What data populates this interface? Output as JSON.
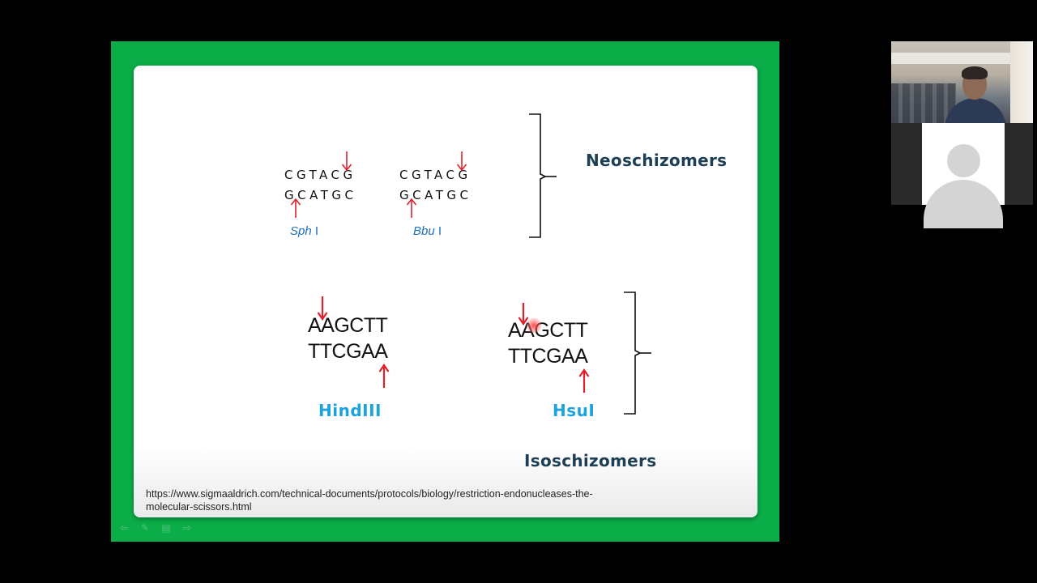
{
  "slide": {
    "neoschizomers": {
      "heading": "Neoschizomers",
      "enzyme1": {
        "top_strand": "CGTACG",
        "bottom_strand": "GCATGC",
        "name": "Sph",
        "suffix": "I"
      },
      "enzyme2": {
        "top_strand": "CGTACG",
        "bottom_strand": "GCATGC",
        "name": "Bbu",
        "suffix": "I"
      }
    },
    "isoschizomers": {
      "heading": "Isoschizomers",
      "enzyme1": {
        "top_strand": "AAGCTT",
        "bottom_strand": "TTCGAA",
        "name": "HindIII"
      },
      "enzyme2": {
        "top_strand": "AAGCTT",
        "bottom_strand": "TTCGAA",
        "name": "HsuI"
      }
    },
    "source_url": "https://www.sigmaaldrich.com/technical-documents/protocols/biology/restriction-endonucleases-the-molecular-scissors.html"
  },
  "colors": {
    "frame_green": "#0aad48",
    "arrow_red": "#e0202a",
    "enzyme_blue": "#1ba3e0",
    "heading_navy": "#1d3f55"
  },
  "toolbar_icons": [
    "arrow-back-icon",
    "pen-icon",
    "menu-icon",
    "arrow-forward-icon"
  ]
}
